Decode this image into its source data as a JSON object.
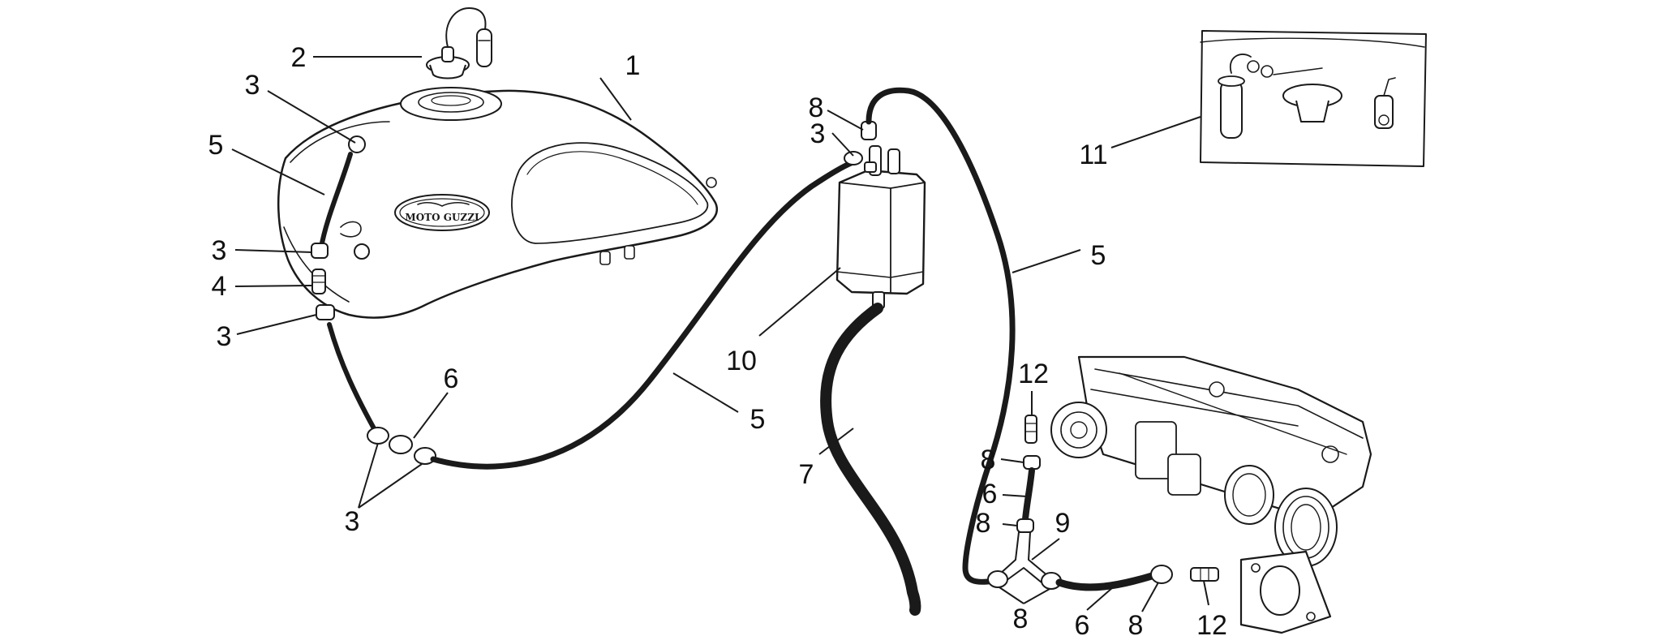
{
  "diagram": {
    "logo_text": "MOTO GUZZI",
    "callouts": [
      {
        "id": "c1",
        "label": "1",
        "part": "tank"
      },
      {
        "id": "c2",
        "label": "2",
        "part": "filler-cap"
      },
      {
        "id": "c3a",
        "label": "3",
        "part": "clamp"
      },
      {
        "id": "c5a",
        "label": "5",
        "part": "hose"
      },
      {
        "id": "c3b",
        "label": "3",
        "part": "clamp"
      },
      {
        "id": "c4",
        "label": "4",
        "part": "connector"
      },
      {
        "id": "c3c",
        "label": "3",
        "part": "clamp"
      },
      {
        "id": "c6a",
        "label": "6",
        "part": "hose"
      },
      {
        "id": "c3d",
        "label": "3",
        "part": "clamp"
      },
      {
        "id": "c5b",
        "label": "5",
        "part": "hose"
      },
      {
        "id": "c8a",
        "label": "8",
        "part": "clamp"
      },
      {
        "id": "c3e",
        "label": "3",
        "part": "clamp"
      },
      {
        "id": "c10",
        "label": "10",
        "part": "canister"
      },
      {
        "id": "c7",
        "label": "7",
        "part": "drain-hose"
      },
      {
        "id": "c5c",
        "label": "5",
        "part": "hose"
      },
      {
        "id": "c11",
        "label": "11",
        "part": "kit"
      },
      {
        "id": "c12a",
        "label": "12",
        "part": "nipple"
      },
      {
        "id": "c8b",
        "label": "8",
        "part": "clamp"
      },
      {
        "id": "c6b",
        "label": "6",
        "part": "hose"
      },
      {
        "id": "c8c",
        "label": "8",
        "part": "clamp"
      },
      {
        "id": "c9",
        "label": "9",
        "part": "y-connector"
      },
      {
        "id": "c8d",
        "label": "8",
        "part": "clamp"
      },
      {
        "id": "c6c",
        "label": "6",
        "part": "hose"
      },
      {
        "id": "c8e",
        "label": "8",
        "part": "clamp"
      },
      {
        "id": "c12b",
        "label": "12",
        "part": "nipple"
      }
    ]
  }
}
